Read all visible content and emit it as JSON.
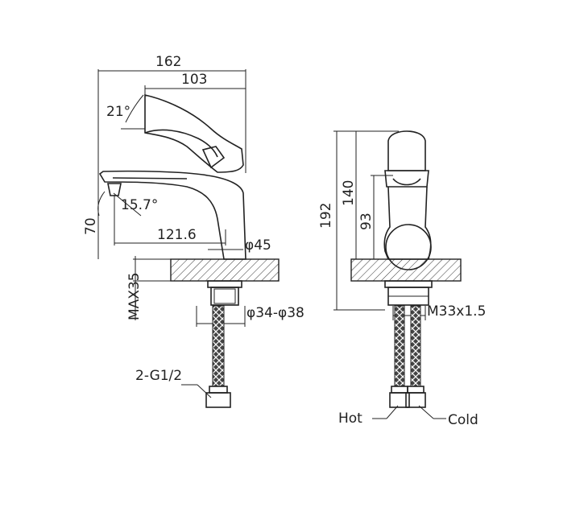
{
  "side_view": {
    "overall_length": "162",
    "handle_length": "103",
    "handle_angle": "21°",
    "spout_angle": "15.7°",
    "spout_height": "70",
    "spout_reach": "121.6",
    "base_diameter": "φ45",
    "max_counter_thickness": "MAX35",
    "mounting_hole": "φ34-φ38",
    "hose_thread": "2-G1/2"
  },
  "front_view": {
    "total_height": "192",
    "handle_height": "140",
    "body_height": "93",
    "shank_thread": "M33x1.5",
    "hot_label": "Hot",
    "cold_label": "Cold"
  }
}
